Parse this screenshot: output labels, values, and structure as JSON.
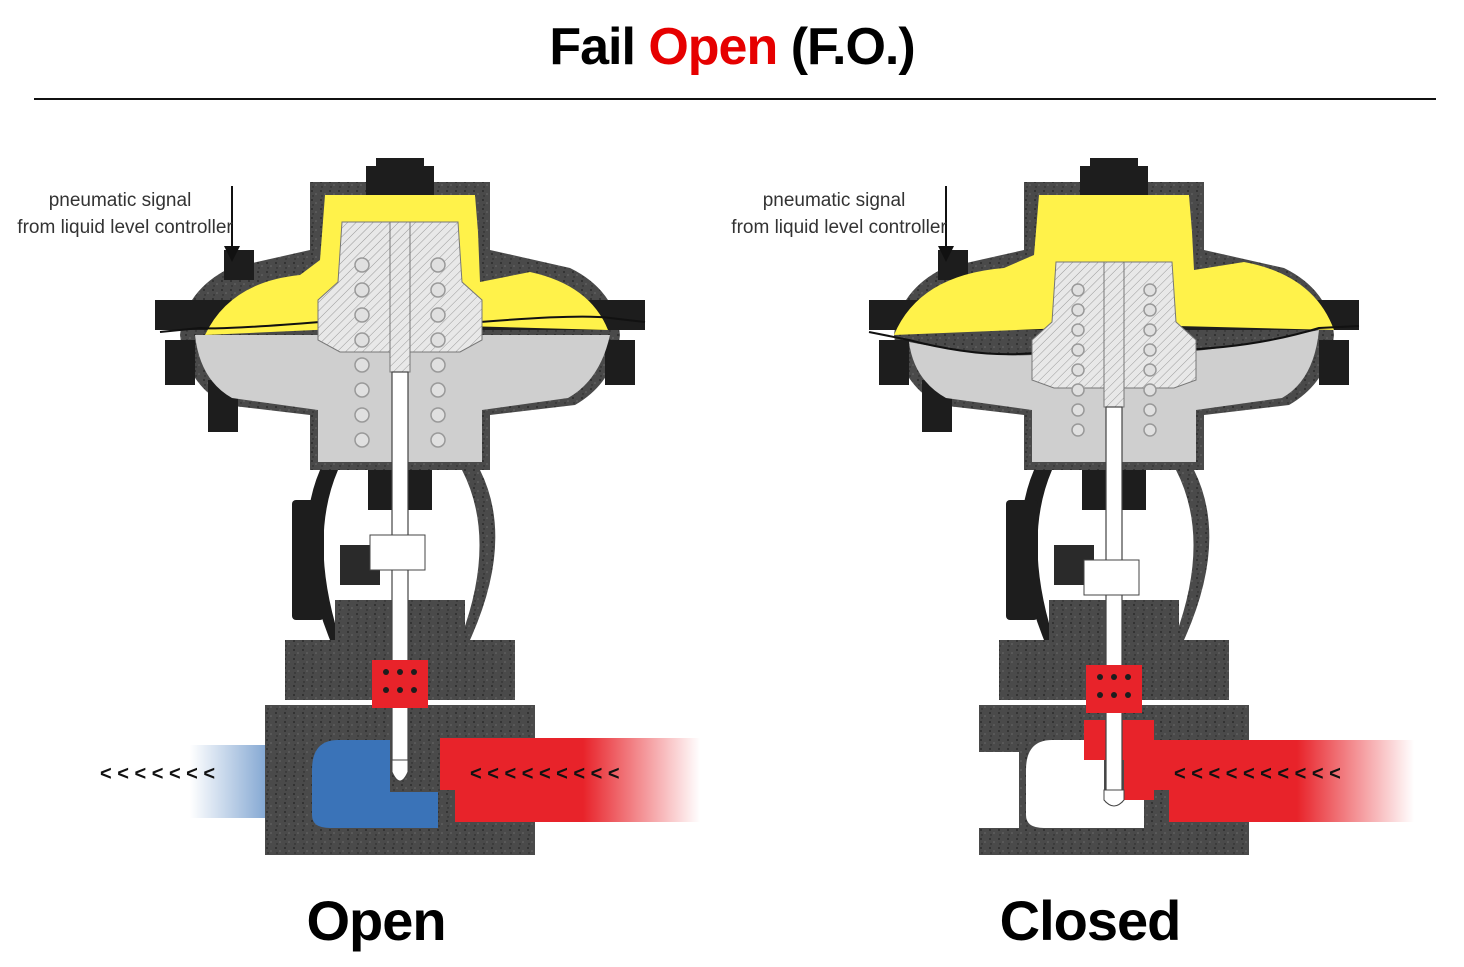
{
  "title": {
    "prefix": "Fail ",
    "accent": "Open",
    "suffix": " (F.O.)"
  },
  "left": {
    "signal_line1": "pneumatic signal",
    "signal_line2": "from liquid level controller",
    "caption": "Open"
  },
  "right": {
    "signal_line1": "pneumatic signal",
    "signal_line2": "from liquid level controller",
    "caption": "Closed"
  },
  "colors": {
    "accent": "#e60000",
    "body": "#4a4a4a",
    "diaphragm_air": "#fff24a",
    "chamber": "#cfcfcf",
    "inlet": "#e8232a",
    "outlet": "#3a73b8"
  }
}
